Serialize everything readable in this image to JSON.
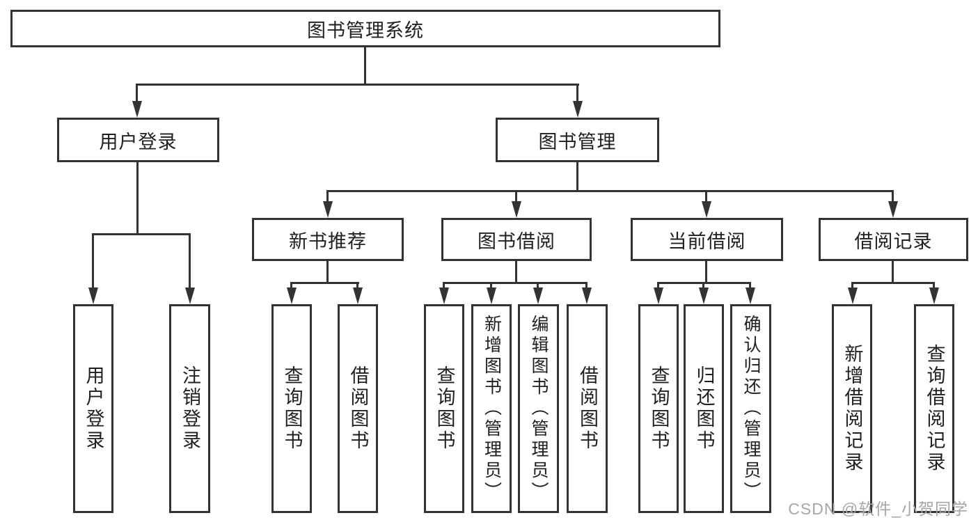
{
  "tree": {
    "label": "图书管理系统",
    "children": [
      {
        "label": "用户登录",
        "children": [
          {
            "label": "用户登录"
          },
          {
            "label": "注销登录"
          }
        ]
      },
      {
        "label": "图书管理",
        "children": [
          {
            "label": "新书推荐",
            "children": [
              {
                "label": "查询图书"
              },
              {
                "label": "借阅图书"
              }
            ]
          },
          {
            "label": "图书借阅",
            "children": [
              {
                "label": "查询图书"
              },
              {
                "label": "新增图书（管理员）"
              },
              {
                "label": "编辑图书（管理员）"
              },
              {
                "label": "借阅图书"
              }
            ]
          },
          {
            "label": "当前借阅",
            "children": [
              {
                "label": "查询图书"
              },
              {
                "label": "归还图书"
              },
              {
                "label": "确认归还（管理员）"
              }
            ]
          },
          {
            "label": "借阅记录",
            "children": [
              {
                "label": "新增借阅记录"
              },
              {
                "label": "查询借阅记录"
              }
            ]
          }
        ]
      }
    ]
  },
  "watermark": {
    "text": "CSDN @软件_小贺同学"
  },
  "colors": {
    "line": "#333333",
    "text": "#1f1f1f",
    "background": "#ffffff",
    "watermark": "#a6a6a6"
  }
}
